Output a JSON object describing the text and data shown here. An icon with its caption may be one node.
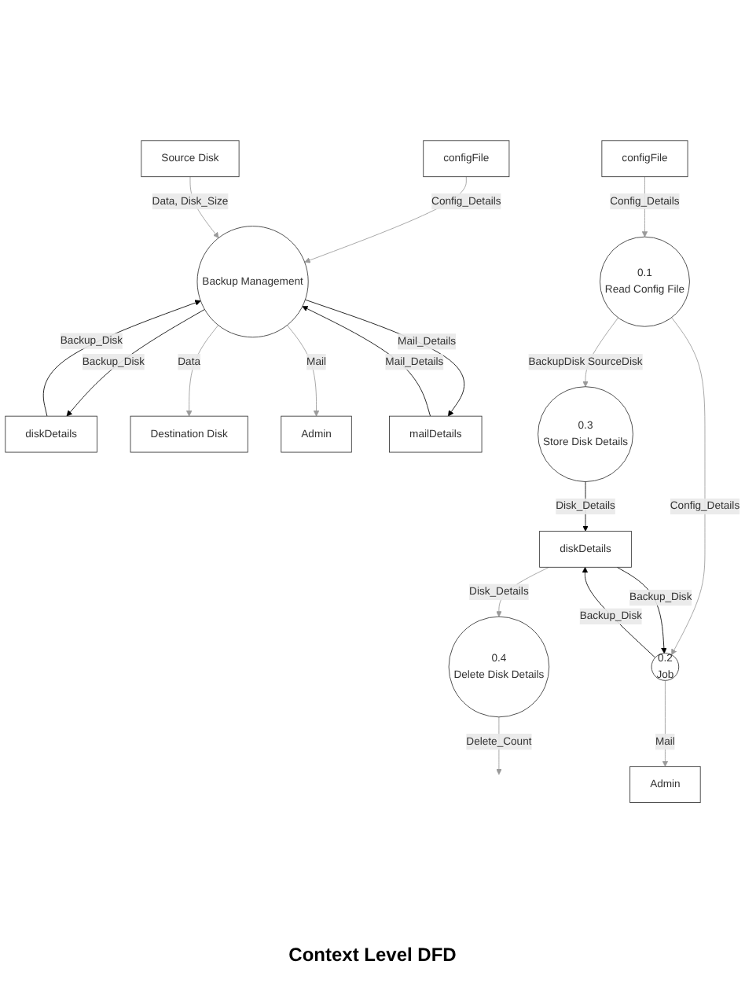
{
  "diagram": {
    "caption": "Context Level DFD",
    "nodes": [
      {
        "text": [
          "configFile"
        ]
      },
      {
        "text": [
          "diskDetails"
        ]
      },
      {
        "text": [
          "Source Disk"
        ]
      },
      {
        "text": [
          "Backup Management"
        ]
      },
      {
        "text": [
          "Destination Disk"
        ]
      },
      {
        "text": [
          "Admin"
        ]
      },
      {
        "text": [
          "mailDetails"
        ]
      },
      {
        "text": [
          "0.1",
          "Read Config File"
        ]
      },
      {
        "text": [
          "0.3",
          "Store Disk Details"
        ]
      },
      {
        "text": [
          "diskDetails"
        ]
      },
      {
        "text": [
          "0.4",
          "Delete Disk Details"
        ]
      },
      {
        "text": [
          "configFile"
        ]
      },
      {
        "text": [
          "Admin"
        ]
      },
      {
        "text": [
          "0.2",
          "Job"
        ]
      }
    ],
    "edges": [
      {
        "from": 0,
        "to": 3,
        "arrow": "to",
        "label": "Config_Details"
      },
      {
        "from": 1,
        "to": 3,
        "arrow": "to",
        "label": "Backup_Disk",
        "color": "#000000"
      },
      {
        "from": 3,
        "to": 1,
        "arrow": "to",
        "label": "Backup_Disk",
        "color": "#000000"
      },
      {
        "from": 2,
        "to": 3,
        "arrow": "to",
        "label": "Data, Disk_Size"
      },
      {
        "from": 3,
        "to": 4,
        "arrow": "to",
        "label": "Data"
      },
      {
        "from": 3,
        "to": 5,
        "arrow": "to",
        "label": "Mail"
      },
      {
        "from": 3,
        "to": 6,
        "arrow": "to",
        "label": "Mail_Details",
        "color": "#000000"
      },
      {
        "from": 6,
        "to": 3,
        "arrow": "to",
        "label": "Mail_Details",
        "color": "#000000"
      },
      {
        "from": 11,
        "to": 7,
        "arrow": "to",
        "label": "Config_Details"
      },
      {
        "from": 7,
        "to": 8,
        "arrow": "to",
        "label": "BackupDisk SourceDisk"
      },
      {
        "from": 7,
        "to": 13,
        "arrow": "to",
        "label": "Config_Details"
      },
      {
        "from": 8,
        "to": 9,
        "arrow": "to",
        "label": "Disk_Details",
        "color": "#000000"
      },
      {
        "from": 9,
        "to": 10,
        "arrow": "to",
        "label": "Disk_Details"
      },
      {
        "from": 10,
        "to": null,
        "arrow": "to",
        "label": "Delete_Count"
      },
      {
        "from": 9,
        "to": 13,
        "arrow": "to",
        "label": "Backup_Disk",
        "color": "#000000"
      },
      {
        "from": 13,
        "to": 9,
        "arrow": "to",
        "label": "Backup_Disk",
        "color": "#000000"
      },
      {
        "from": 13,
        "to": 12,
        "arrow": "to",
        "label": "Mail"
      }
    ]
  }
}
